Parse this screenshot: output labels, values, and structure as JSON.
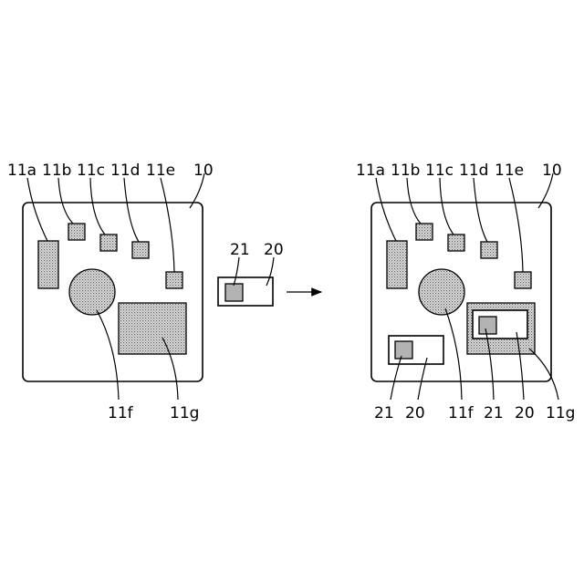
{
  "left_board": {
    "label_board": "10",
    "label_11a": "11a",
    "label_11b": "11b",
    "label_11c": "11c",
    "label_11d": "11d",
    "label_11e": "11e",
    "label_11f": "11f",
    "label_11g": "11g"
  },
  "module": {
    "label_chip": "21",
    "label_module": "20"
  },
  "right_board": {
    "label_board": "10",
    "label_11a": "11a",
    "label_11b": "11b",
    "label_11c": "11c",
    "label_11d": "11d",
    "label_11e": "11e",
    "label_11f": "11f",
    "label_11g": "11g",
    "label_chip_a": "21",
    "label_module_a": "20",
    "label_chip_b": "21",
    "label_module_b": "20"
  }
}
